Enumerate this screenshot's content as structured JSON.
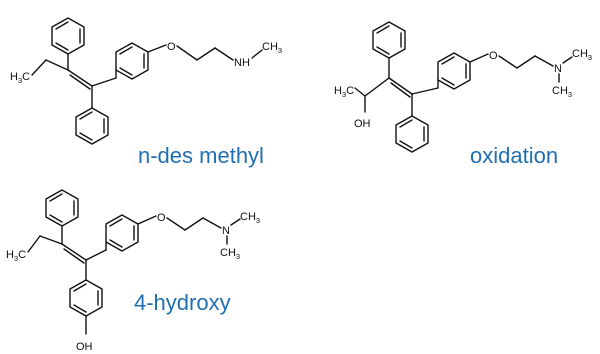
{
  "colors": {
    "caption": "#1f6fb2",
    "bond": "#111111"
  },
  "molecules": [
    {
      "caption": "n-des methyl",
      "labels": {
        "ether_o": "O",
        "amine": "NH",
        "methyl_end": "CH",
        "methyl_end_sub": "3",
        "ethyl": "H",
        "ethyl_sub": "3",
        "ethyl_c": "C"
      }
    },
    {
      "caption": "oxidation",
      "labels": {
        "ether_o": "O",
        "amine": "N",
        "methyl_a": "CH",
        "methyl_a_sub": "3",
        "methyl_b": "CH",
        "methyl_b_sub": "3",
        "ch3": "H",
        "ch3_sub": "3",
        "ch3_c": "C",
        "hydroxyl": "OH"
      }
    },
    {
      "caption": "4-hydroxy",
      "labels": {
        "ether_o": "O",
        "amine": "N",
        "methyl_a": "CH",
        "methyl_a_sub": "3",
        "methyl_b": "CH",
        "methyl_b_sub": "3",
        "ethyl": "H",
        "ethyl_sub": "3",
        "ethyl_c": "C",
        "hydroxyl": "OH"
      }
    }
  ]
}
